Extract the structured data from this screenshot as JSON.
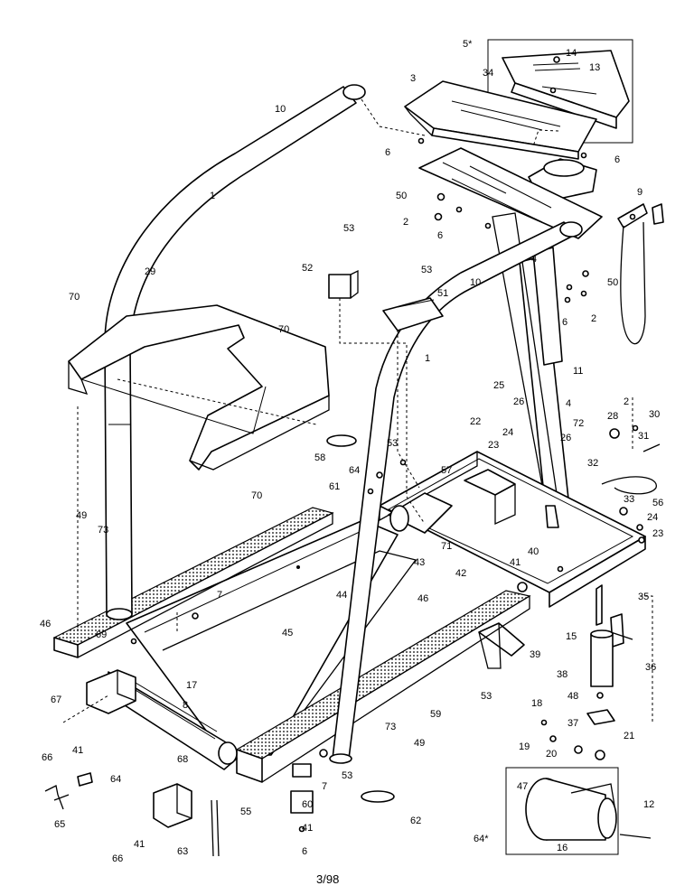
{
  "footer": {
    "date_code": "3/98"
  },
  "callouts": {
    "c1": "5*",
    "c2": "14",
    "c3": "13",
    "c4": "3",
    "c5": "34",
    "c6": "10",
    "c7": "6",
    "c8": "6",
    "c9": "1",
    "c10": "50",
    "c11": "2",
    "c12": "9",
    "c13": "6",
    "c14": "53",
    "c15": "29",
    "c16": "52",
    "c17": "53",
    "c18": "4",
    "c19": "10",
    "c20": "50",
    "c21": "70",
    "c22": "51",
    "c23": "6",
    "c24": "2",
    "c25": "70",
    "c26": "1",
    "c27": "11",
    "c28": "25",
    "c29": "26",
    "c30": "4",
    "c31": "2",
    "c32": "28",
    "c33": "30",
    "c34": "22",
    "c35": "72",
    "c36": "31",
    "c37": "70",
    "c38": "53",
    "c39": "23",
    "c40": "24",
    "c41": "26",
    "c42": "58",
    "c43": "64",
    "c44": "57",
    "c45": "32",
    "c46": "61",
    "c47": "33",
    "c48": "56",
    "c49": "24",
    "c50": "49",
    "c51": "73",
    "c52": "23",
    "c53": "43",
    "c54": "71",
    "c55": "40",
    "c56": "44",
    "c57": "42",
    "c58": "41",
    "c59": "35",
    "c60": "46",
    "c61": "7",
    "c62": "15",
    "c63": "69",
    "c64": "46",
    "c65": "45",
    "c66": "36",
    "c67": "39",
    "c68": "17",
    "c69": "67",
    "c70": "38",
    "c71": "53",
    "c72": "8",
    "c73": "48",
    "c74": "59",
    "c75": "66",
    "c76": "41",
    "c77": "37",
    "c78": "18",
    "c79": "73",
    "c80": "49",
    "c81": "68",
    "c82": "19",
    "c83": "20",
    "c84": "21",
    "c85": "7",
    "c86": "64",
    "c87": "53",
    "c88": "47",
    "c89": "65",
    "c90": "60",
    "c91": "12",
    "c92": "62",
    "c93": "41",
    "c94": "63",
    "c95": "55",
    "c96": "66",
    "c97": "6",
    "c98": "64*",
    "c99": "16"
  }
}
